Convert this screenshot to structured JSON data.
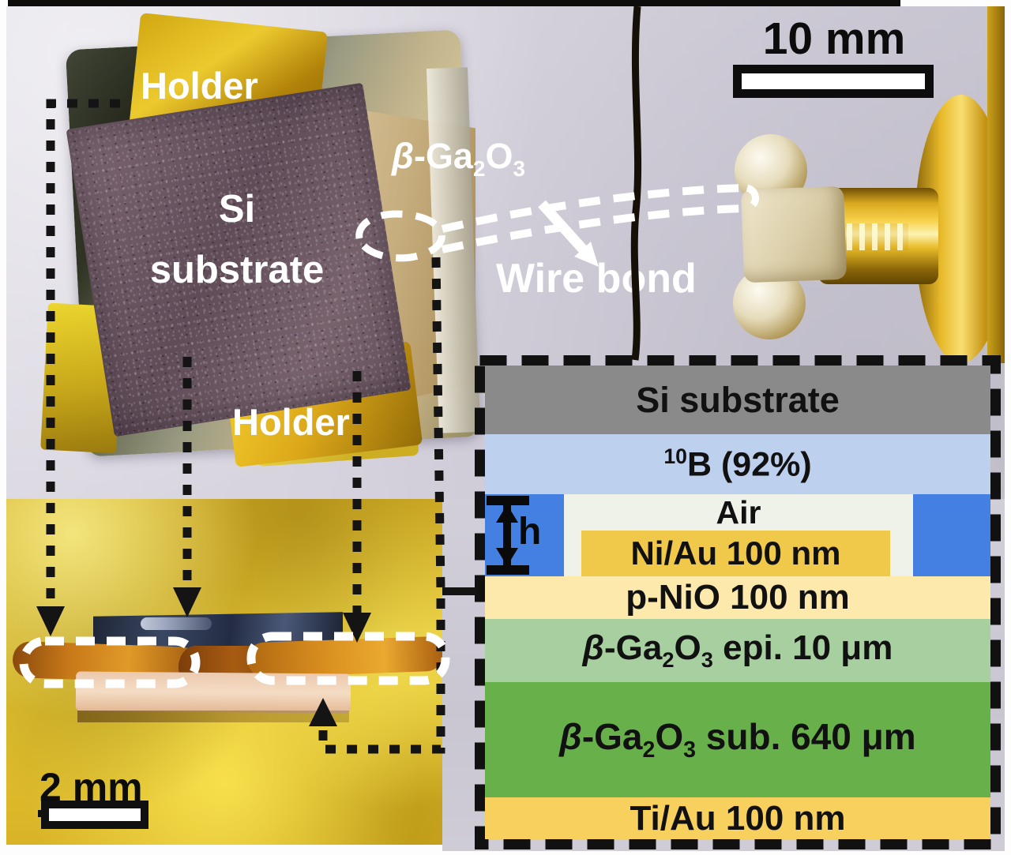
{
  "top_photo": {
    "holder_label_top": "Holder",
    "si_label_line1": "Si",
    "si_label_line2": "substrate",
    "ga2o3_label": "β-Ga_2_O_3_",
    "holder_label_bottom": "Holder",
    "wire_bond_label": "Wire bond",
    "scale_bar_label": "10 mm"
  },
  "bottom_photo": {
    "scale_bar_label": "2 mm"
  },
  "diagram": {
    "h_label": "h",
    "side_color": "#4480e2",
    "layers": {
      "si": {
        "label": "Si substrate",
        "color": "#8a8a8a"
      },
      "b10": {
        "label": "^10^B (92%)",
        "color": "#bdd0ee"
      },
      "air": {
        "label": "Air",
        "color": "#eef2e9"
      },
      "niau": {
        "label": "Ni/Au 100 nm",
        "color": "#f0c84a"
      },
      "pnio": {
        "label": "p-NiO 100 nm",
        "color": "#fce9ab"
      },
      "epi": {
        "label": "β-Ga_2_O_3_ epi. 10 μm",
        "color": "#a7cfa0"
      },
      "sub": {
        "label": "β-Ga_2_O_3_ sub. 640 μm",
        "color": "#68b04a"
      },
      "tiau": {
        "label": "Ti/Au 100 nm",
        "color": "#f8d05e"
      }
    }
  }
}
